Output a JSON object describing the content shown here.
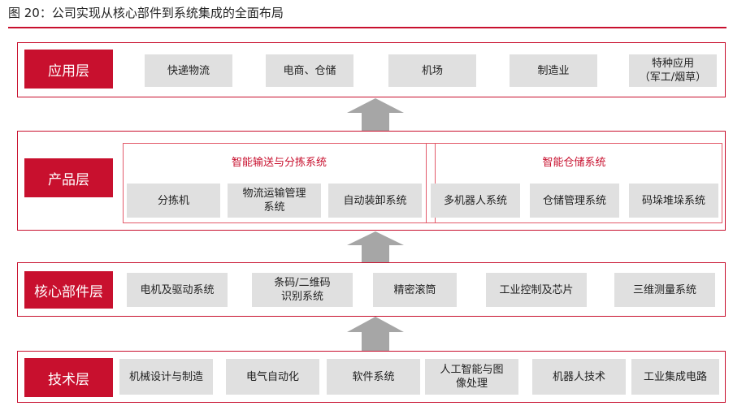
{
  "figure": {
    "title": "图 20：公司实现从核心部件到系统集成的全面布局"
  },
  "colors": {
    "accent": "#c8102e",
    "box": "#e0e0e0",
    "arrow": "#a6a6a6"
  },
  "layers": {
    "application": {
      "label": "应用层",
      "items": [
        "快递物流",
        "电商、仓储",
        "机场",
        "制造业",
        "特种应用\n（军工/烟草）"
      ]
    },
    "product": {
      "label": "产品层",
      "groups": [
        {
          "title": "智能输送与分拣系统",
          "items": [
            "分拣机",
            "物流运输管理\n系统",
            "自动装卸系统"
          ]
        },
        {
          "title": "智能仓储系统",
          "items": [
            "多机器人系统",
            "仓储管理系统",
            "码垛堆垛系统"
          ]
        }
      ]
    },
    "core": {
      "label": "核心部件层",
      "items": [
        "电机及驱动系统",
        "条码/二维码\n识别系统",
        "精密滚筒",
        "工业控制及芯片",
        "三维测量系统"
      ]
    },
    "tech": {
      "label": "技术层",
      "items": [
        "机械设计与制造",
        "电气自动化",
        "软件系统",
        "人工智能与图\n像处理",
        "机器人技术",
        "工业集成电路"
      ]
    }
  }
}
